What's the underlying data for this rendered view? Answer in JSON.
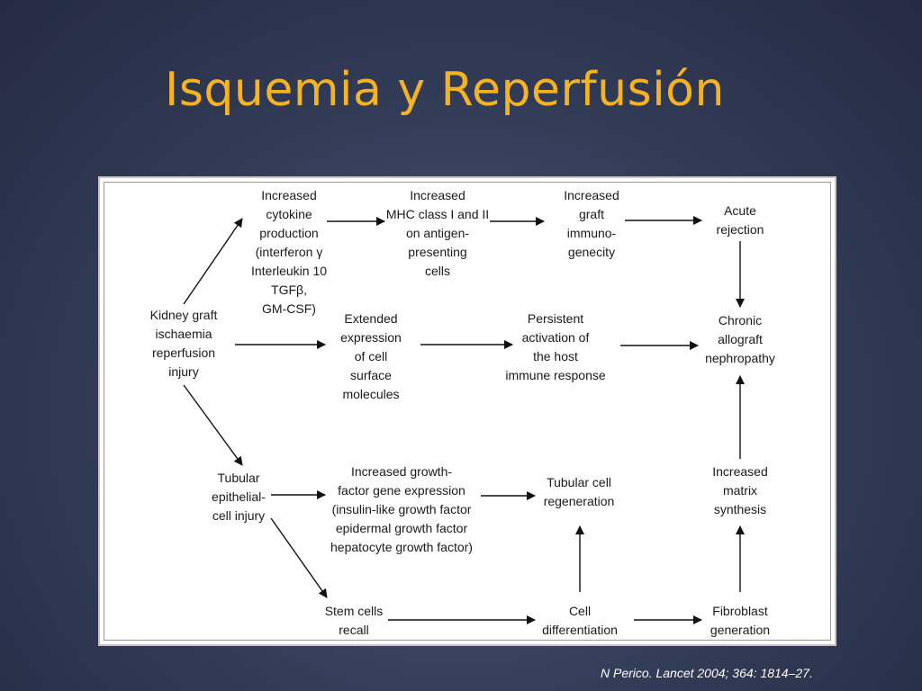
{
  "slide": {
    "title": "Isquemia y Reperfusión",
    "citation": "N Perico. Lancet 2004; 364: 1814–27."
  },
  "diagram": {
    "nodes": {
      "kidney": "Kidney graft\nischaemia\nreperfusion\ninjury",
      "cytokine": "Increased\ncytokine\nproduction\n(interferon γ\nInterleukin 10\nTGFβ,\nGM-CSF)",
      "mhc": "Increased\nMHC class I and II\non antigen-\npresenting\ncells",
      "immunogenicity": "Increased\ngraft\nimmuno-\ngenecity",
      "acute": "Acute\nrejection",
      "extended": "Extended\nexpression\nof cell\nsurface\nmolecules",
      "persistent": "Persistent\nactivation of\nthe host\nimmune response",
      "chronic": "Chronic\nallograft\nnephropathy",
      "tubular_injury": "Tubular\nepithelial-\ncell injury",
      "growth_factor": "Increased growth-\nfactor gene expression\n(insulin-like growth factor\nepidermal growth factor\nhepatocyte growth factor)",
      "tubular_regen": "Tubular cell\nregeneration",
      "matrix": "Increased\nmatrix\nsynthesis",
      "stem": "Stem cells\nrecall",
      "differentiation": "Cell\ndifferentiation",
      "fibroblast": "Fibroblast\ngeneration"
    }
  }
}
